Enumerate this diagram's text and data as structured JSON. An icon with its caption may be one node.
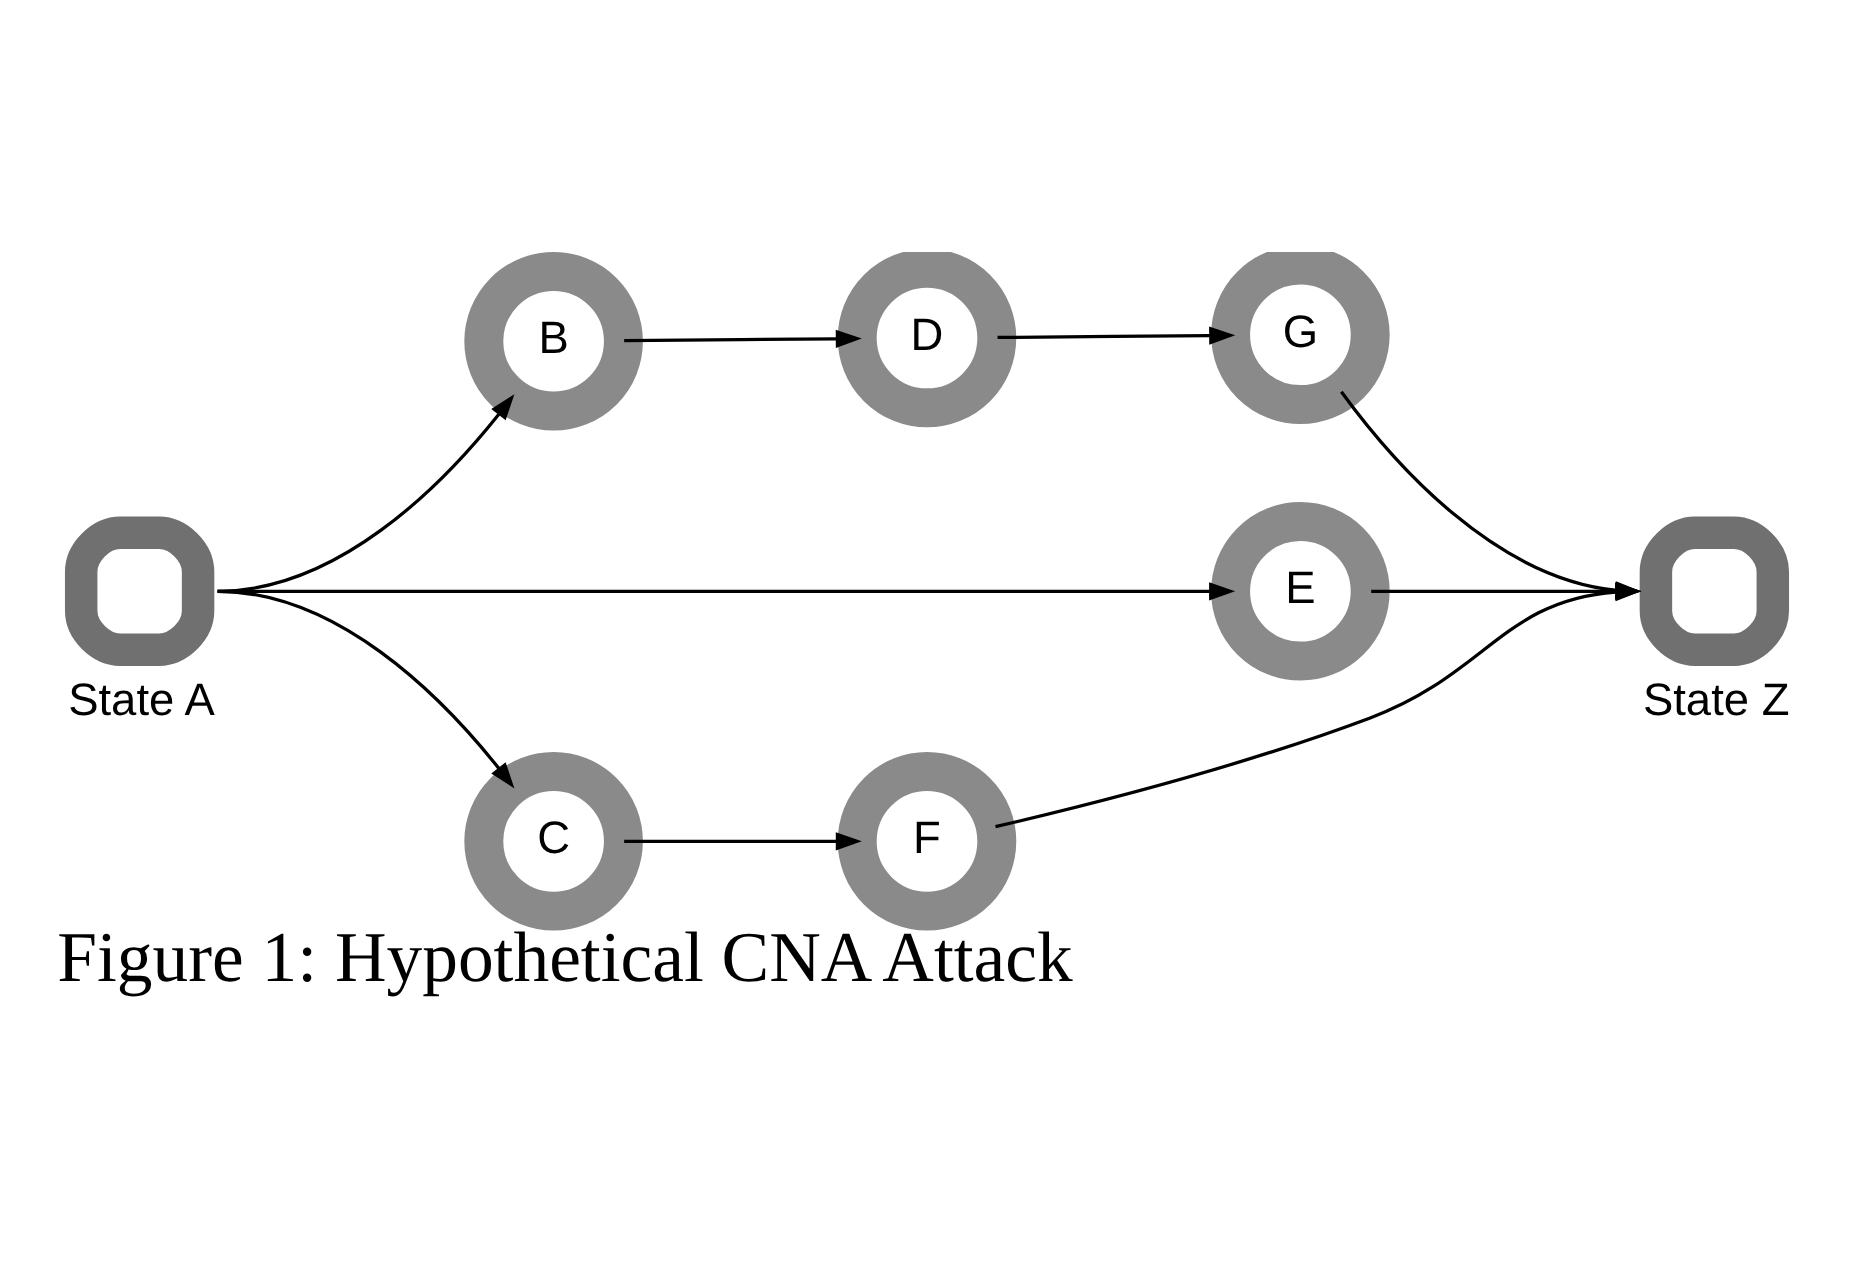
{
  "diagram": {
    "caption": "Figure 1: Hypothetical CNA Attack",
    "nodes": [
      {
        "text": [
          "State A"
        ]
      },
      {
        "text": [
          "B"
        ]
      },
      {
        "text": [
          "D"
        ]
      },
      {
        "text": [
          "G"
        ]
      },
      {
        "text": [
          "E"
        ]
      },
      {
        "text": [
          "C"
        ]
      },
      {
        "text": [
          "F"
        ]
      },
      {
        "text": [
          "State Z"
        ]
      }
    ],
    "edges": [
      {
        "from": 0,
        "to": 1,
        "arrow": "to"
      },
      {
        "from": 1,
        "to": 2,
        "arrow": "to"
      },
      {
        "from": 2,
        "to": 3,
        "arrow": "to"
      },
      {
        "from": 3,
        "to": 7,
        "arrow": "to"
      },
      {
        "from": 0,
        "to": 4,
        "arrow": "to"
      },
      {
        "from": 4,
        "to": 7,
        "arrow": "to"
      },
      {
        "from": 0,
        "to": 5,
        "arrow": "to"
      },
      {
        "from": 5,
        "to": 6,
        "arrow": "to"
      },
      {
        "from": 6,
        "to": 7,
        "arrow": "to"
      }
    ]
  }
}
